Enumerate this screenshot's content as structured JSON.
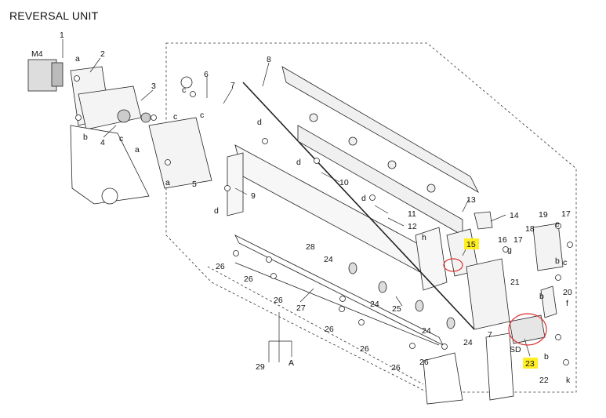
{
  "title": "REVERSAL UNIT",
  "motor_label": "M4",
  "sensor_label": "SD",
  "callouts": {
    "c1": "1",
    "c2": "2",
    "c3": "3",
    "c4": "4",
    "c5": "5",
    "c6": "6",
    "c7": "7",
    "c7b": "7",
    "c8": "8",
    "c9": "9",
    "c10": "10",
    "c11": "11",
    "c12": "12",
    "c13": "13",
    "c14": "14",
    "c15": "15",
    "c16": "16",
    "c17": "17",
    "c17b": "17",
    "c18": "18",
    "c19": "19",
    "c20": "20",
    "c21": "21",
    "c22": "22",
    "c23": "23",
    "c24a": "24",
    "c24b": "24",
    "c24c": "24",
    "c24d": "24",
    "c25": "25",
    "c26a": "26",
    "c26b": "26",
    "c26c": "26",
    "c26d": "26",
    "c26e": "26",
    "c26f": "26",
    "c26g": "26",
    "c27": "27",
    "c28": "28",
    "c29": "29",
    "la1": "a",
    "la2": "a",
    "la3": "a",
    "lb1": "b",
    "lb2": "b",
    "lb3": "b",
    "lb4": "b",
    "lc1": "c",
    "lc2": "c",
    "lc3": "c",
    "lc4": "c",
    "lc5": "c",
    "ld1": "d",
    "ld2": "d",
    "ld3": "d",
    "ld4": "d",
    "le": "e",
    "lf": "f",
    "lg": "g",
    "lh": "h",
    "lk": "k",
    "lA": "A"
  },
  "highlighted_parts": [
    "15",
    "23"
  ],
  "colors": {
    "highlight": "#ffee22",
    "circle": "#e03030",
    "line": "#222222"
  }
}
